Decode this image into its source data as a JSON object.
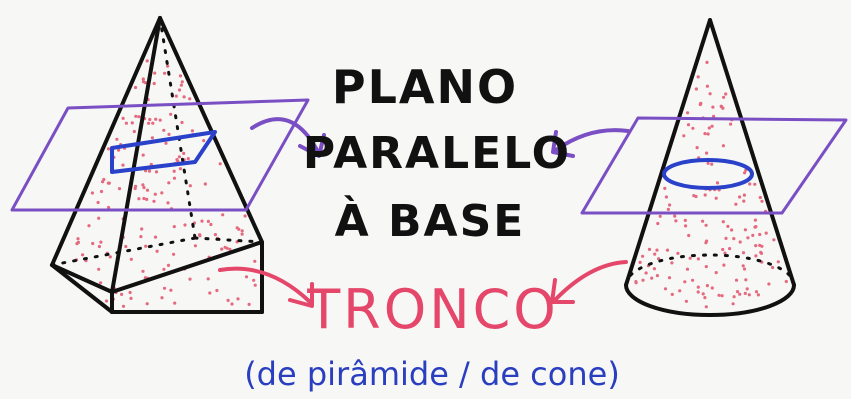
{
  "labels": {
    "line1": "PLANO",
    "line2": "PARALELO",
    "line3": "À BASE",
    "result": "TRONCO",
    "subtitle": "(de pirâmide / de cone)"
  },
  "colors": {
    "background": "#f7f7f5",
    "ink": "#111111",
    "plane": "#7a4fc4",
    "section": "#2a41c9",
    "result": "#e5476a",
    "subtitle": "#2a3fc0",
    "dots": "#e56a80"
  },
  "icons": [
    "pyramid-figure",
    "cone-figure",
    "plane-arrow",
    "tronco-arrow"
  ]
}
